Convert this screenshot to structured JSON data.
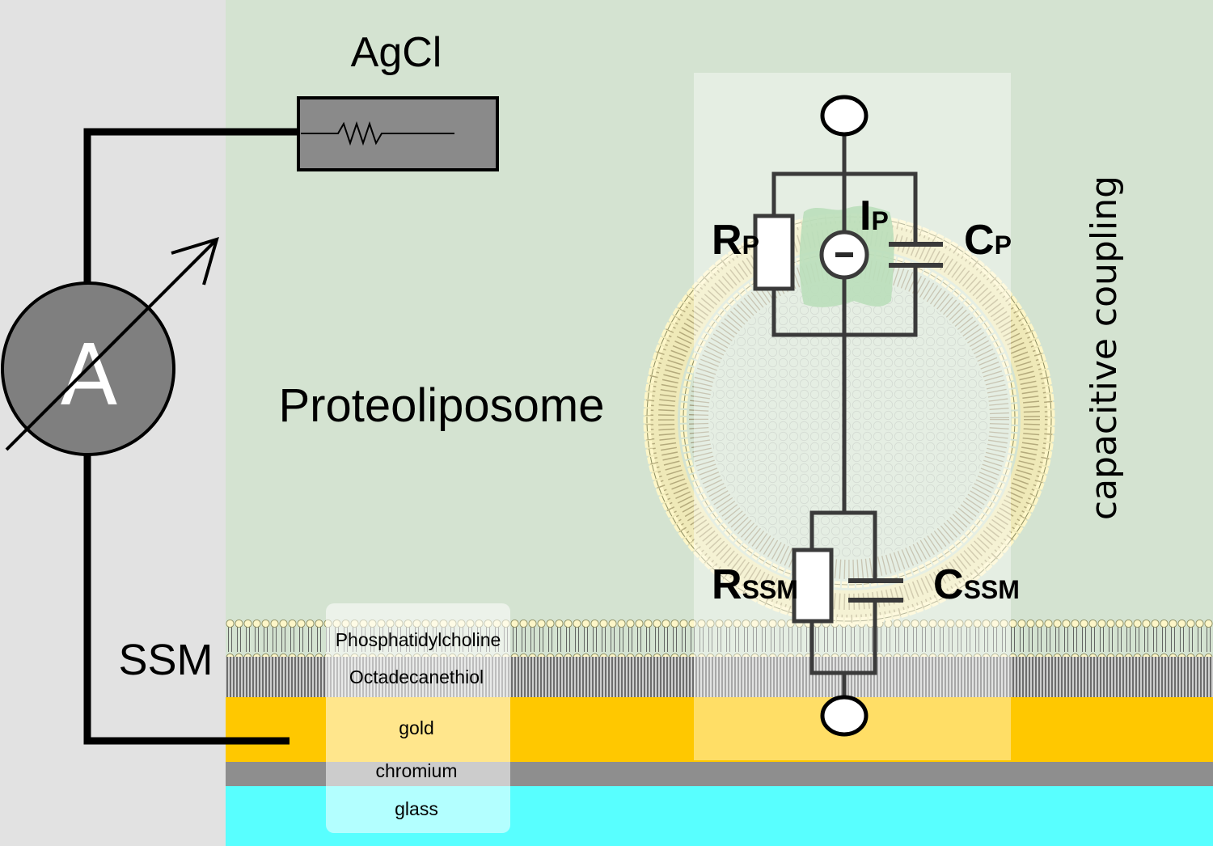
{
  "labels": {
    "agcl": "AgCl",
    "ammeter": "A",
    "proteoliposome": "Proteoliposome",
    "ssm": "SSM",
    "capacitive_coupling": "capacitive coupling",
    "rp_main": "R",
    "rp_sub": "P",
    "ip_main": "I",
    "ip_sub": "P",
    "cp_main": "C",
    "cp_sub": "P",
    "rssm_main": "R",
    "rssm_sub": "SSM",
    "cssm_main": "C",
    "cssm_sub": "SSM"
  },
  "layers": {
    "phosphatidylcholine": "Phosphatidylcholine",
    "octadecanethiol": "Octadecanethiol",
    "gold": "gold",
    "chromium": "chromium",
    "glass": "glass"
  },
  "colors": {
    "background_left": "#e2e2e2",
    "solution": "#d4e3d1",
    "gold": "#ffc800",
    "chromium": "#8e8e8e",
    "glass": "#58ffff",
    "lipid_head": "#fdf6c8",
    "protein": "#8ec98e",
    "ammeter": "#7f7f7f",
    "electrode": "#8a8a8a"
  }
}
